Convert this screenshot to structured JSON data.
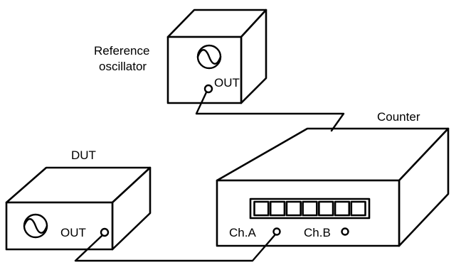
{
  "labels": {
    "reference_oscillator_line1": "Reference",
    "reference_oscillator_line2": "oscillator",
    "reference_out": "OUT",
    "counter": "Counter",
    "dut": "DUT",
    "dut_out": "OUT",
    "channel_a": "Ch.A",
    "channel_b": "Ch.B"
  },
  "counter_display_digits": 7,
  "icons": {
    "signal": "sine-wave-icon",
    "port": "connector-circle-icon"
  }
}
